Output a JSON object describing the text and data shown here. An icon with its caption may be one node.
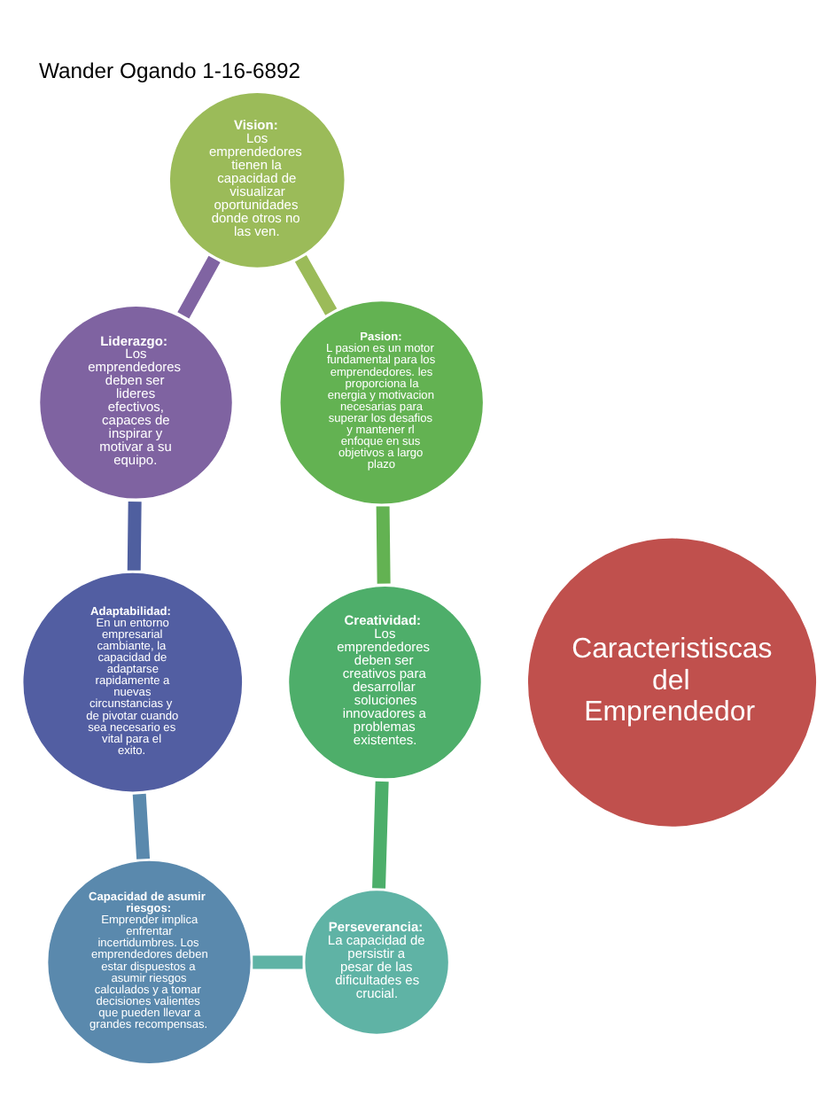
{
  "diagram": {
    "title": "Wander Ogando 1-16-6892",
    "nodes": [
      {
        "text": [
          "Caracteristiscas del Emprendedor"
        ]
      },
      {
        "text": [
          "Vision:",
          "Los emprendedores tienen la capacidad de visualizar oportunidades donde otros no las ven."
        ]
      },
      {
        "text": [
          "Pasion:",
          "L pasion es un motor fundamental para los emprendedores. les proporciona la energia y motivacion necesarias para superar los desafios y mantener rl enfoque en sus objetivos a largo plazo"
        ]
      },
      {
        "text": [
          "Creatividad:",
          "Los emprendedores deben ser creativos para desarrollar soluciones innovadores a problemas existentes."
        ]
      },
      {
        "text": [
          "Perseverancia:",
          "La capacidad de persistir a pesar de las dificultades es crucial."
        ]
      },
      {
        "text": [
          "Capacidad de asumir riesgos:",
          "Emprender implica enfrentar incertidumbres. Los emprendedores deben estar dispuestos a asumir riesgos calculados y a tomar decisiones valientes que pueden llevar a grandes recompensas."
        ]
      },
      {
        "text": [
          "Adaptabilidad:",
          "En un entorno empresarial cambiante, la capacidad de adaptarse rapidamente a nuevas circunstancias y de pivotar cuando sea necesario es vital para el exito."
        ]
      },
      {
        "text": [
          "Liderazgo:",
          "Los emprendedores deben ser lideres efectivos, capaces de inspirar y motivar a su equipo."
        ]
      }
    ],
    "edges": [
      {
        "from": 1,
        "to": 2,
        "arrow": "none",
        "color": "#9bbb59"
      },
      {
        "from": 2,
        "to": 3,
        "arrow": "none",
        "color": "#63b252"
      },
      {
        "from": 3,
        "to": 4,
        "arrow": "none",
        "color": "#4cae6a"
      },
      {
        "from": 5,
        "to": 4,
        "arrow": "none",
        "color": "#5fb3a5"
      },
      {
        "from": 6,
        "to": 5,
        "arrow": "none",
        "color": "#5a89ad"
      },
      {
        "from": 7,
        "to": 6,
        "arrow": "none",
        "color": "#4f5f9f"
      },
      {
        "from": 1,
        "to": 7,
        "arrow": "none",
        "color": "#8064a2"
      }
    ]
  }
}
